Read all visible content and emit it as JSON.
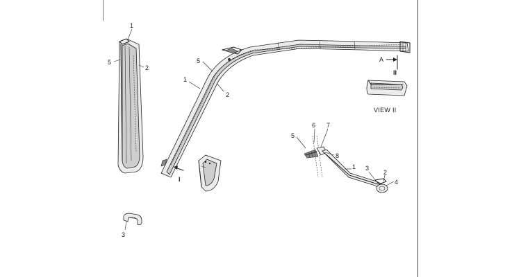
{
  "diagram": {
    "labels": {
      "left_trim_1": "1",
      "left_trim_5": "5",
      "left_trim_2": "2",
      "clip_3": "3",
      "arc_1": "1",
      "arc_5": "5",
      "arc_2": "2",
      "view_arrow_i": "I",
      "section_a": "A",
      "view_arrow_ii": "II",
      "view_ii_caption": "VIEW II",
      "assy_5": "5",
      "assy_6": "6",
      "assy_7": "7",
      "assy_8": "8",
      "assy_1": "1",
      "assy_3": "3",
      "assy_2": "2",
      "assy_4": "4"
    }
  }
}
